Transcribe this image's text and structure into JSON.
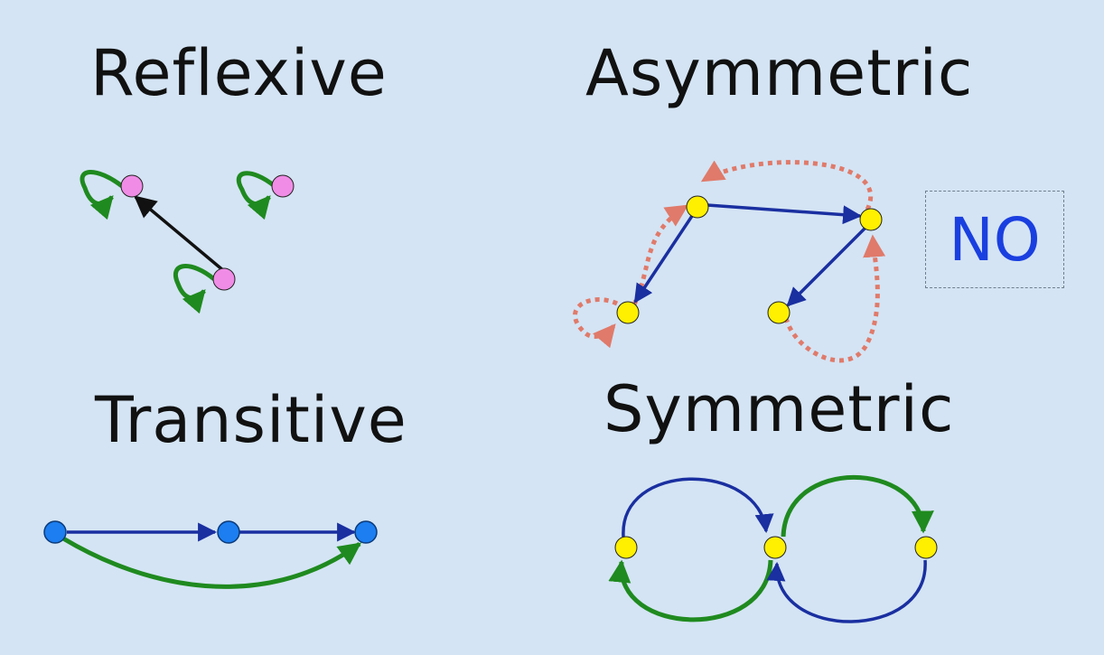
{
  "titles": {
    "reflexive": "Reflexive",
    "asymmetric": "Asymmetric",
    "transitive": "Transitive",
    "symmetric": "Symmetric"
  },
  "asymmetric_answer": "NO",
  "colors": {
    "background": "#d4e4f4",
    "pink_node": "#f08ce6",
    "yellow_node": "#fff000",
    "blue_node": "#1c7ef0",
    "loop_green": "#1f8a1f",
    "edge_blue": "#1a2fa0",
    "dotted_red": "#e07a6a",
    "edge_black": "#111111",
    "no_text": "#1a3fe0"
  }
}
